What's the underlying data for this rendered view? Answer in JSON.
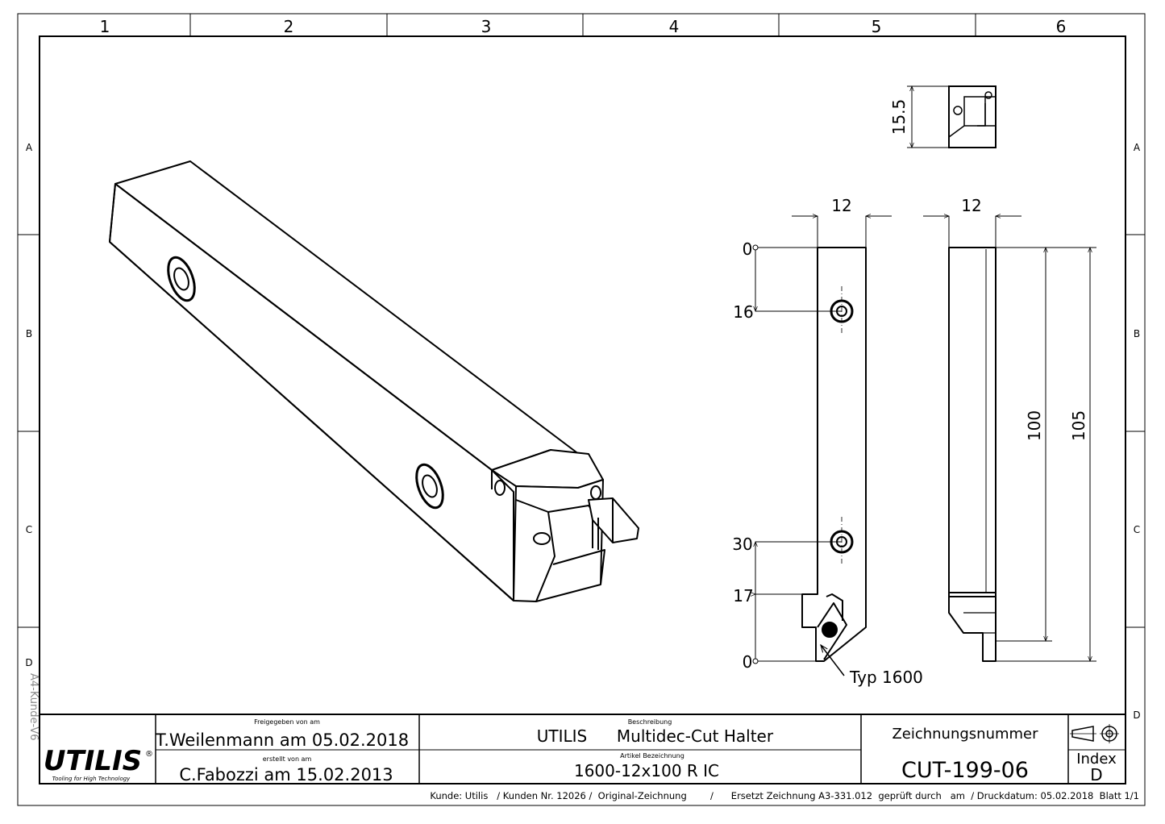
{
  "grid": {
    "columns": [
      "1",
      "2",
      "3",
      "4",
      "5",
      "6"
    ],
    "rows": [
      "A",
      "B",
      "C",
      "D"
    ]
  },
  "side_label": "A4-Kunde-V6",
  "dimensions": {
    "top_view_width": "15.5",
    "side_width": "12",
    "front_width": "12",
    "d0_top": "0",
    "d16": "16",
    "d30": "30",
    "d17": "17",
    "d0_bottom": "0",
    "d100": "100",
    "d105": "105",
    "insert_type": "Typ 1600"
  },
  "title_block": {
    "logo": "UTILIS",
    "logo_reg": "®",
    "logo_tagline": "Tooling for High Technology",
    "released_label": "Freigegeben von am",
    "released_value": "T.Weilenmann am 05.02.2018",
    "created_label": "erstellt von am",
    "created_value": "C.Fabozzi am 15.02.2013",
    "description_label": "Beschreibung",
    "description_brand": "UTILIS",
    "description_value": "Multidec-Cut Halter",
    "article_label": "Artikel Bezeichnung",
    "article_value": "1600-12x100 R IC",
    "drawing_number_label": "Zeichnungsnummer",
    "drawing_number": "CUT-199-06",
    "index_label": "Index",
    "index_value": "D"
  },
  "footer": "Kunde: Utilis   / Kunden Nr. 12026 /  Original-Zeichnung        /      Ersetzt Zeichnung A3-331.012  geprüft durch   am  / Druckdatum: 05.02.2018  Blatt 1/1"
}
